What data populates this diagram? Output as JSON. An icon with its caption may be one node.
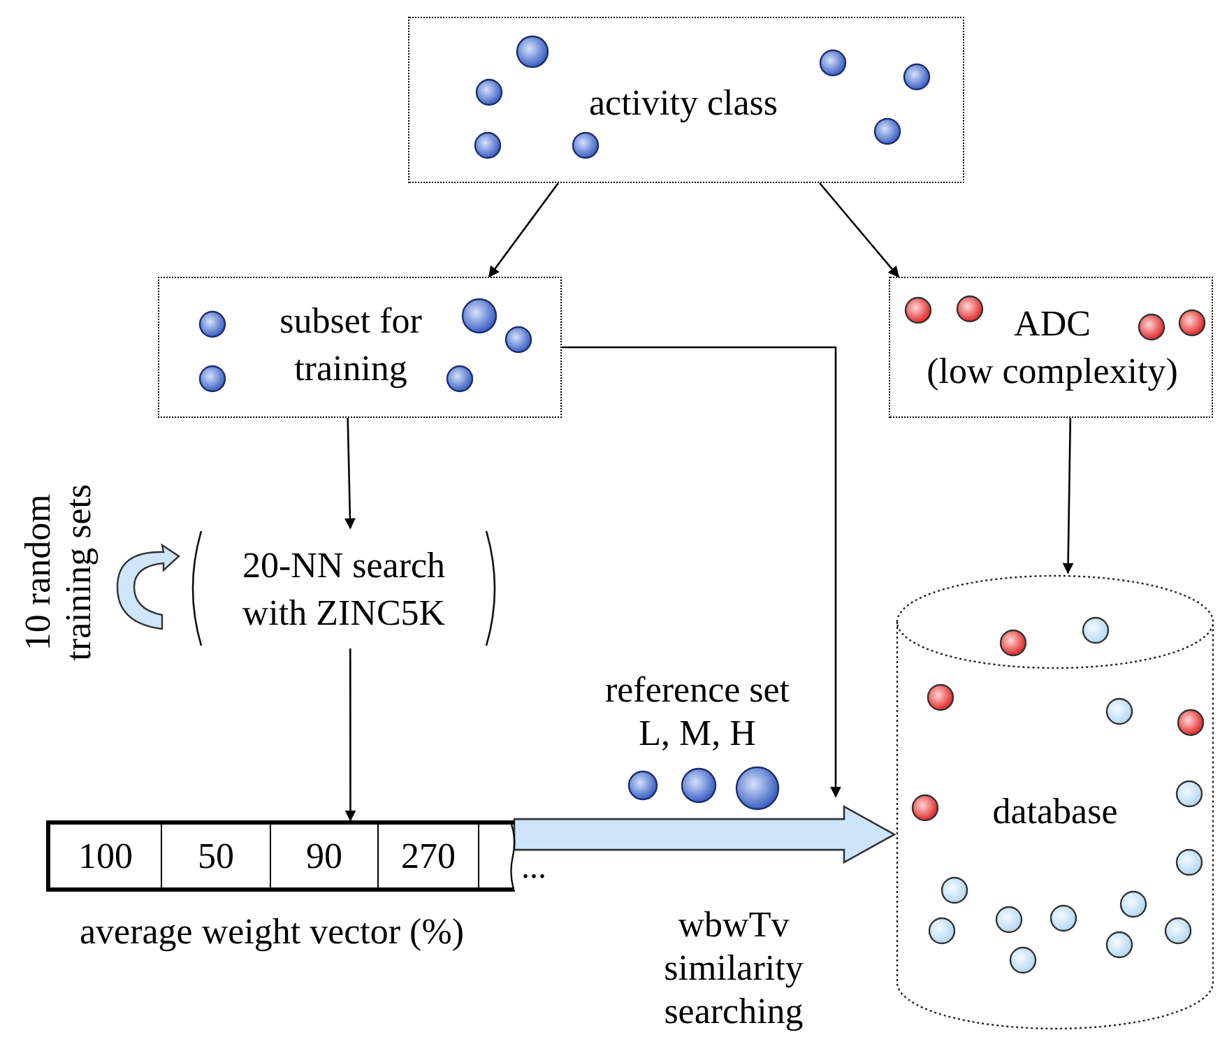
{
  "diagram": {
    "nodes": [
      {
        "text": [
          "activity class"
        ]
      },
      {
        "text": [
          "subset for training"
        ]
      },
      {
        "text": [
          "ADC",
          "(low complexity)"
        ]
      },
      {
        "text": [
          "20-NN search with ZINC5K"
        ]
      },
      {
        "text": [
          "100",
          "50",
          "90",
          "270"
        ],
        "beside": [
          "...",
          "average weight vector (%)"
        ]
      },
      {
        "text": [
          "database"
        ]
      }
    ],
    "edges": [
      {
        "from": 0,
        "to": 1,
        "arrow": "to"
      },
      {
        "from": 0,
        "to": 2,
        "arrow": "to"
      },
      {
        "from": 1,
        "to": 3,
        "arrow": "to"
      },
      {
        "from": 2,
        "to": 5,
        "arrow": "to"
      },
      {
        "from": 3,
        "to": 4,
        "arrow": "to"
      },
      {
        "from": 1,
        "to": null,
        "arrow": "to"
      },
      {
        "from": 4,
        "to": 5,
        "arrow": "to",
        "label": "wbwTv similarity searching",
        "style": "thick",
        "color": "#cce5fb"
      }
    ],
    "labels": [
      "10 random training sets",
      "reference set L, M, H"
    ]
  }
}
